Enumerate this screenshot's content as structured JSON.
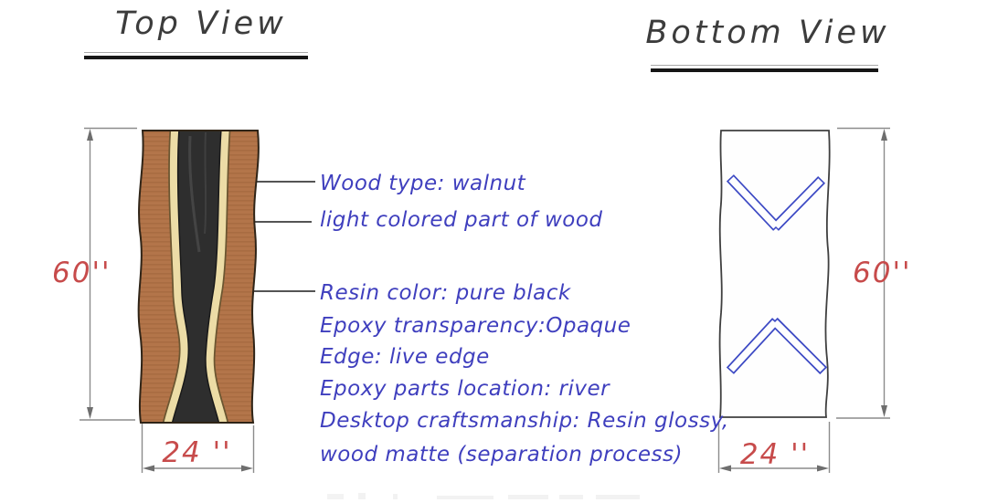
{
  "titles": {
    "top": "Top View",
    "bottom": "Bottom View"
  },
  "top_view": {
    "labels": {
      "wood_type": "Wood type: walnut",
      "light_wood": "light colored part of wood",
      "resin_color": "Resin color: pure black",
      "epoxy_transparency": "Epoxy transparency:Opaque",
      "edge": "Edge: live edge",
      "epoxy_location": "Epoxy parts location: river",
      "craftsmanship_line1": "Desktop craftsmanship: Resin glossy,",
      "craftsmanship_line2": "wood matte (separation process)"
    },
    "dimensions": {
      "height": "60''",
      "width": "24 ''"
    }
  },
  "bottom_view": {
    "dimensions": {
      "height": "60''",
      "width": "24 ''"
    }
  },
  "colors": {
    "annotation_blue": "#3f3fbe",
    "dimension_red": "#c74b4b",
    "title_gray": "#3c3c3c",
    "wood_brown": "#b3754a",
    "wood_grain_dark": "#9a5f36",
    "sapwood_cream": "#ecdca6",
    "resin_black": "#2e2e2e",
    "leg_blue": "#3c49c4",
    "dim_line_gray": "#8c8c8c",
    "leader_black": "#1c1c1c"
  }
}
